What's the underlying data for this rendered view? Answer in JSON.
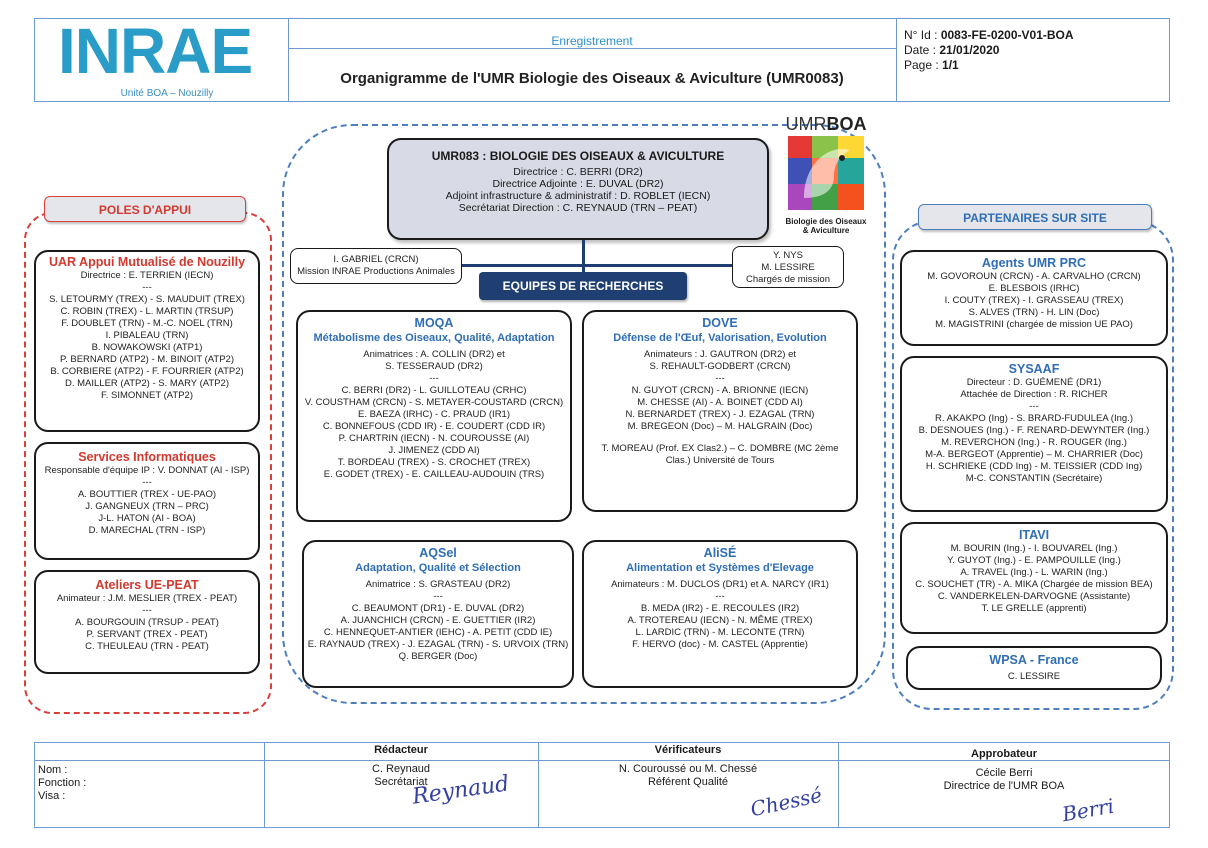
{
  "header": {
    "logo_text": "INRAE",
    "logo_sub": "Unité BOA – Nouzilly",
    "registration": "Enregistrement",
    "title": "Organigramme de l'UMR Biologie des Oiseaux & Aviculture (UMR0083)",
    "id_label": "N° Id : ",
    "id_value": "0083-FE-0200-V01-BOA",
    "date_label": "Date : ",
    "date_value": "21/01/2020",
    "page_label": "Page : ",
    "page_value": "1/1"
  },
  "umrboa_logo": {
    "brand_a": "UMR",
    "brand_b": "BOA",
    "tag1": "Biologie des Oiseaux",
    "tag2": "& Aviculture"
  },
  "center": {
    "title": "UMR083 : BIOLOGIE DES OISEAUX & AVICULTURE",
    "lines": [
      "Directrice : C. BERRI (DR2)",
      "Directrice Adjointe : E. DUVAL (DR2)",
      "Adjoint infrastructure & administratif : D. ROBLET (IECN)",
      "Secrétariat Direction : C. REYNAUD (TRN – PEAT)"
    ],
    "left_side": [
      "I. GABRIEL (CRCN)",
      "Mission INRAE Productions Animales"
    ],
    "right_side": [
      "Y. NYS",
      "M. LESSIRE",
      "Chargés de mission"
    ],
    "equipes": "EQUIPES DE RECHERCHES"
  },
  "poles": {
    "label": "POLES D'APPUI",
    "uar": {
      "title": "UAR Appui Mutualisé de Nouzilly",
      "lines": [
        "Directrice : E. TERRIEN (IECN)",
        "---",
        "S. LETOURMY (TREX) - S. MAUDUIT (TREX)",
        "C. ROBIN (TREX) - L. MARTIN (TRSUP)",
        "F. DOUBLET (TRN) - M.-C. NOEL (TRN)",
        "I. PIBALEAU (TRN)",
        "B. NOWAKOWSKI (ATP1)",
        "P. BERNARD (ATP2) - M. BINOIT (ATP2)",
        "B. CORBIERE (ATP2) - F. FOURRIER (ATP2)",
        "D. MAILLER (ATP2) - S. MARY (ATP2)",
        "F. SIMONNET (ATP2)"
      ]
    },
    "si": {
      "title": "Services Informatiques",
      "lines": [
        "Responsable d'équipe IP : V. DONNAT (AI - ISP)",
        "---",
        "A. BOUTTIER (TREX - UE-PAO)",
        "J. GANGNEUX (TRN – PRC)",
        "J-L. HATON (AI - BOA)",
        "D. MARECHAL (TRN - ISP)"
      ]
    },
    "ateliers": {
      "title": "Ateliers UE-PEAT",
      "lines": [
        "Animateur : J.M. MESLIER (TREX - PEAT)",
        "---",
        "A. BOURGOUIN (TRSUP - PEAT)",
        "P. SERVANT (TREX - PEAT)",
        "C. THEULEAU (TRN - PEAT)"
      ]
    }
  },
  "teams": {
    "moqa": {
      "title": "MOQA",
      "subtitle": "Métabolisme des Oiseaux, Qualité, Adaptation",
      "lines": [
        "Animatrices : A. COLLIN (DR2) et",
        "S. TESSERAUD (DR2)",
        "---",
        "C. BERRI (DR2) - L. GUILLOTEAU (CRHC)",
        "V. COUSTHAM (CRCN) - S. METAYER-COUSTARD (CRCN)",
        "E. BAEZA (IRHC) - C. PRAUD (IR1)",
        "C. BONNEFOUS (CDD IR) - E. COUDERT (CDD IR)",
        "P. CHARTRIN (IECN) - N. COUROUSSE (AI)",
        "J. JIMENEZ (CDD AI)",
        "T. BORDEAU (TREX) - S. CROCHET (TREX)",
        "E. GODET (TREX) - E. CAILLEAU-AUDOUIN (TRS)"
      ]
    },
    "dove": {
      "title": "DOVE",
      "subtitle": "Défense de l'Œuf, Valorisation, Evolution",
      "lines": [
        "Animateurs : J. GAUTRON (DR2) et",
        "S. REHAULT-GODBERT (CRCN)",
        "---",
        "N. GUYOT (CRCN) - A. BRIONNE (IECN)",
        "M. CHESSE (AI) - A. BOINET (CDD AI)",
        "N. BERNARDET (TREX) - J. EZAGAL (TRN)",
        "M. BREGEON (Doc) – M. HALGRAIN (Doc)",
        "",
        "T. MOREAU (Prof. EX Clas2.) – C. DOMBRE (MC 2ème",
        "Clas.) Université de Tours"
      ]
    },
    "aqsel": {
      "title": "AQSel",
      "subtitle": "Adaptation, Qualité et Sélection",
      "lines": [
        "Animatrice : S. GRASTEAU (DR2)",
        "---",
        "C. BEAUMONT (DR1) - E. DUVAL (DR2)",
        "A. JUANCHICH (CRCN) - E. GUETTIER (IR2)",
        "C. HENNEQUET-ANTIER (IEHC) - A. PETIT (CDD IE)",
        "E. RAYNAUD (TREX) - J. EZAGAL (TRN) - S. URVOIX (TRN)",
        "Q. BERGER (Doc)"
      ]
    },
    "alise": {
      "title": "AliSÉ",
      "subtitle": "Alimentation et Systèmes d'Elevage",
      "lines": [
        "Animateurs : M. DUCLOS (DR1) et A. NARCY (IR1)",
        "---",
        "B. MEDA (IR2) - E. RECOULES (IR2)",
        "A. TROTEREAU (IECN) - N. MÊME (TREX)",
        "L. LARDIC (TRN) - M. LECONTE (TRN)",
        "F. HERVO (doc) - M. CASTEL (Apprentie)"
      ]
    }
  },
  "partners": {
    "label": "PARTENAIRES SUR SITE",
    "prc": {
      "title": "Agents UMR PRC",
      "lines": [
        "M. GOVOROUN (CRCN) - A. CARVALHO (CRCN)",
        "E. BLESBOIS (IRHC)",
        "I. COUTY (TREX) - I. GRASSEAU (TREX)",
        "S. ALVES (TRN) - H. LIN (Doc)",
        "M. MAGISTRINI (chargée de mission UE PAO)"
      ]
    },
    "sysaaf": {
      "title": "SYSAAF",
      "lines": [
        "Directeur : D. GUÉMENÉ (DR1)",
        "Attachée de Direction : R. RICHER",
        "---",
        "R. AKAKPO (Ing) - S. BRARD-FUDULEA (Ing.)",
        "B. DESNOUES (Ing.) - F. RENARD-DEWYNTER (Ing.)",
        "M. REVERCHON (Ing.) - R. ROUGER (Ing.)",
        "M-A. BERGEOT (Apprentie) – M. CHARRIER (Doc)",
        "H. SCHRIEKE (CDD Ing) - M. TEISSIER (CDD Ing)",
        "M-C. CONSTANTIN (Secrétaire)"
      ]
    },
    "itavi": {
      "title": "ITAVI",
      "lines": [
        "M. BOURIN (Ing.) - I. BOUVAREL (Ing.)",
        "Y. GUYOT (Ing.) - E. PAMPOUILLE (Ing.)",
        "A. TRAVEL (Ing.) - L. WARIN (Ing.)",
        "C. SOUCHET (TR) - A. MIKA (Chargée de mission BEA)",
        "C. VANDERKELEN-DARVOGNE (Assistante)",
        "T. LE GRELLE (apprenti)"
      ]
    },
    "wpsa": {
      "title": "WPSA - France",
      "lines": [
        "C. LESSIRE"
      ]
    }
  },
  "footer": {
    "labels": [
      "Nom :",
      "Fonction :",
      "Visa :"
    ],
    "redacteur": {
      "head": "Rédacteur",
      "name": "C. Reynaud",
      "role": "Secrétariat",
      "sig": "Reynaud"
    },
    "verificateurs": {
      "head": "Vérificateurs",
      "name": "N. Couroussé ou M. Chessé",
      "role": "Référent Qualité",
      "sig": "Chessé"
    },
    "approbateur": {
      "head": "Approbateur",
      "name": "Cécile Berri",
      "role": "Directrice de l'UMR BOA",
      "sig": "Berri"
    }
  }
}
